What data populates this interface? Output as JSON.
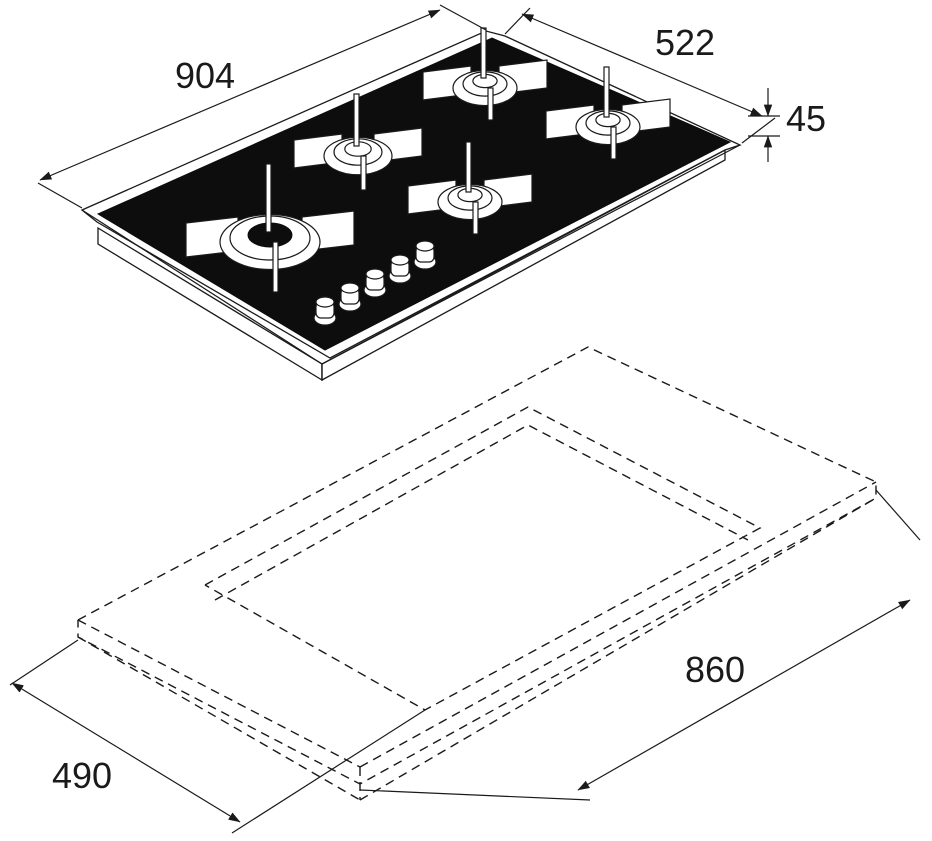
{
  "dimensions": {
    "width": "904",
    "depth": "522",
    "height": "45",
    "cutout_width": "860",
    "cutout_depth": "490"
  },
  "hob": {
    "burners": 5,
    "knobs": 5
  },
  "colors": {
    "glass": "#0d0d0d",
    "line": "#1a1a1a",
    "background": "#ffffff"
  }
}
